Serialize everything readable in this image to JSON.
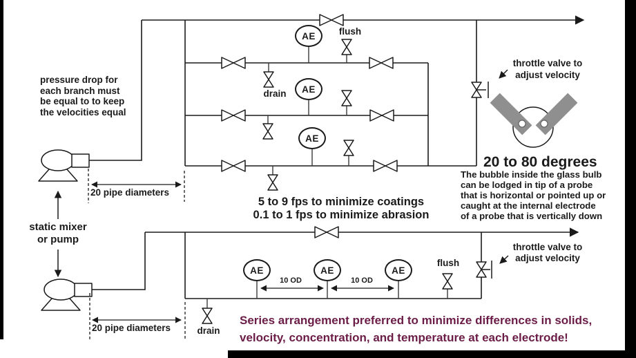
{
  "colors": {
    "ink": "#1a1a1a",
    "accent": "#6b1d47",
    "probe": "#8f8f8f"
  },
  "diagram": {
    "ae_tag": "AE",
    "flush_label": "flush",
    "drain_label": "drain",
    "pipe_diameters_label": "20 pipe diameters",
    "od_spacing_label": "10 OD",
    "pressure_note": [
      "pressure drop for",
      "each branch must",
      "be equal to to keep",
      "the velocities equal"
    ],
    "mixer_label": [
      "static mixer",
      "or pump"
    ],
    "velocity_note": [
      "5 to 9 fps to minimize coatings",
      "0.1 to 1 fps to minimize abrasion"
    ],
    "throttle_note": [
      "throttle valve to",
      "adjust velocity"
    ],
    "degrees_title": "20 to 80 degrees",
    "bubble_note": [
      "The bubble inside the glass bulb",
      "can be lodged in tip of a probe",
      "that is horizontal or pointed up or",
      "caught at the internal electrode",
      "of a probe that is vertically down"
    ],
    "series_note": [
      "Series arrangement preferred to minimize differences in solids,",
      "velocity, concentration, and temperature at each electrode!"
    ]
  }
}
